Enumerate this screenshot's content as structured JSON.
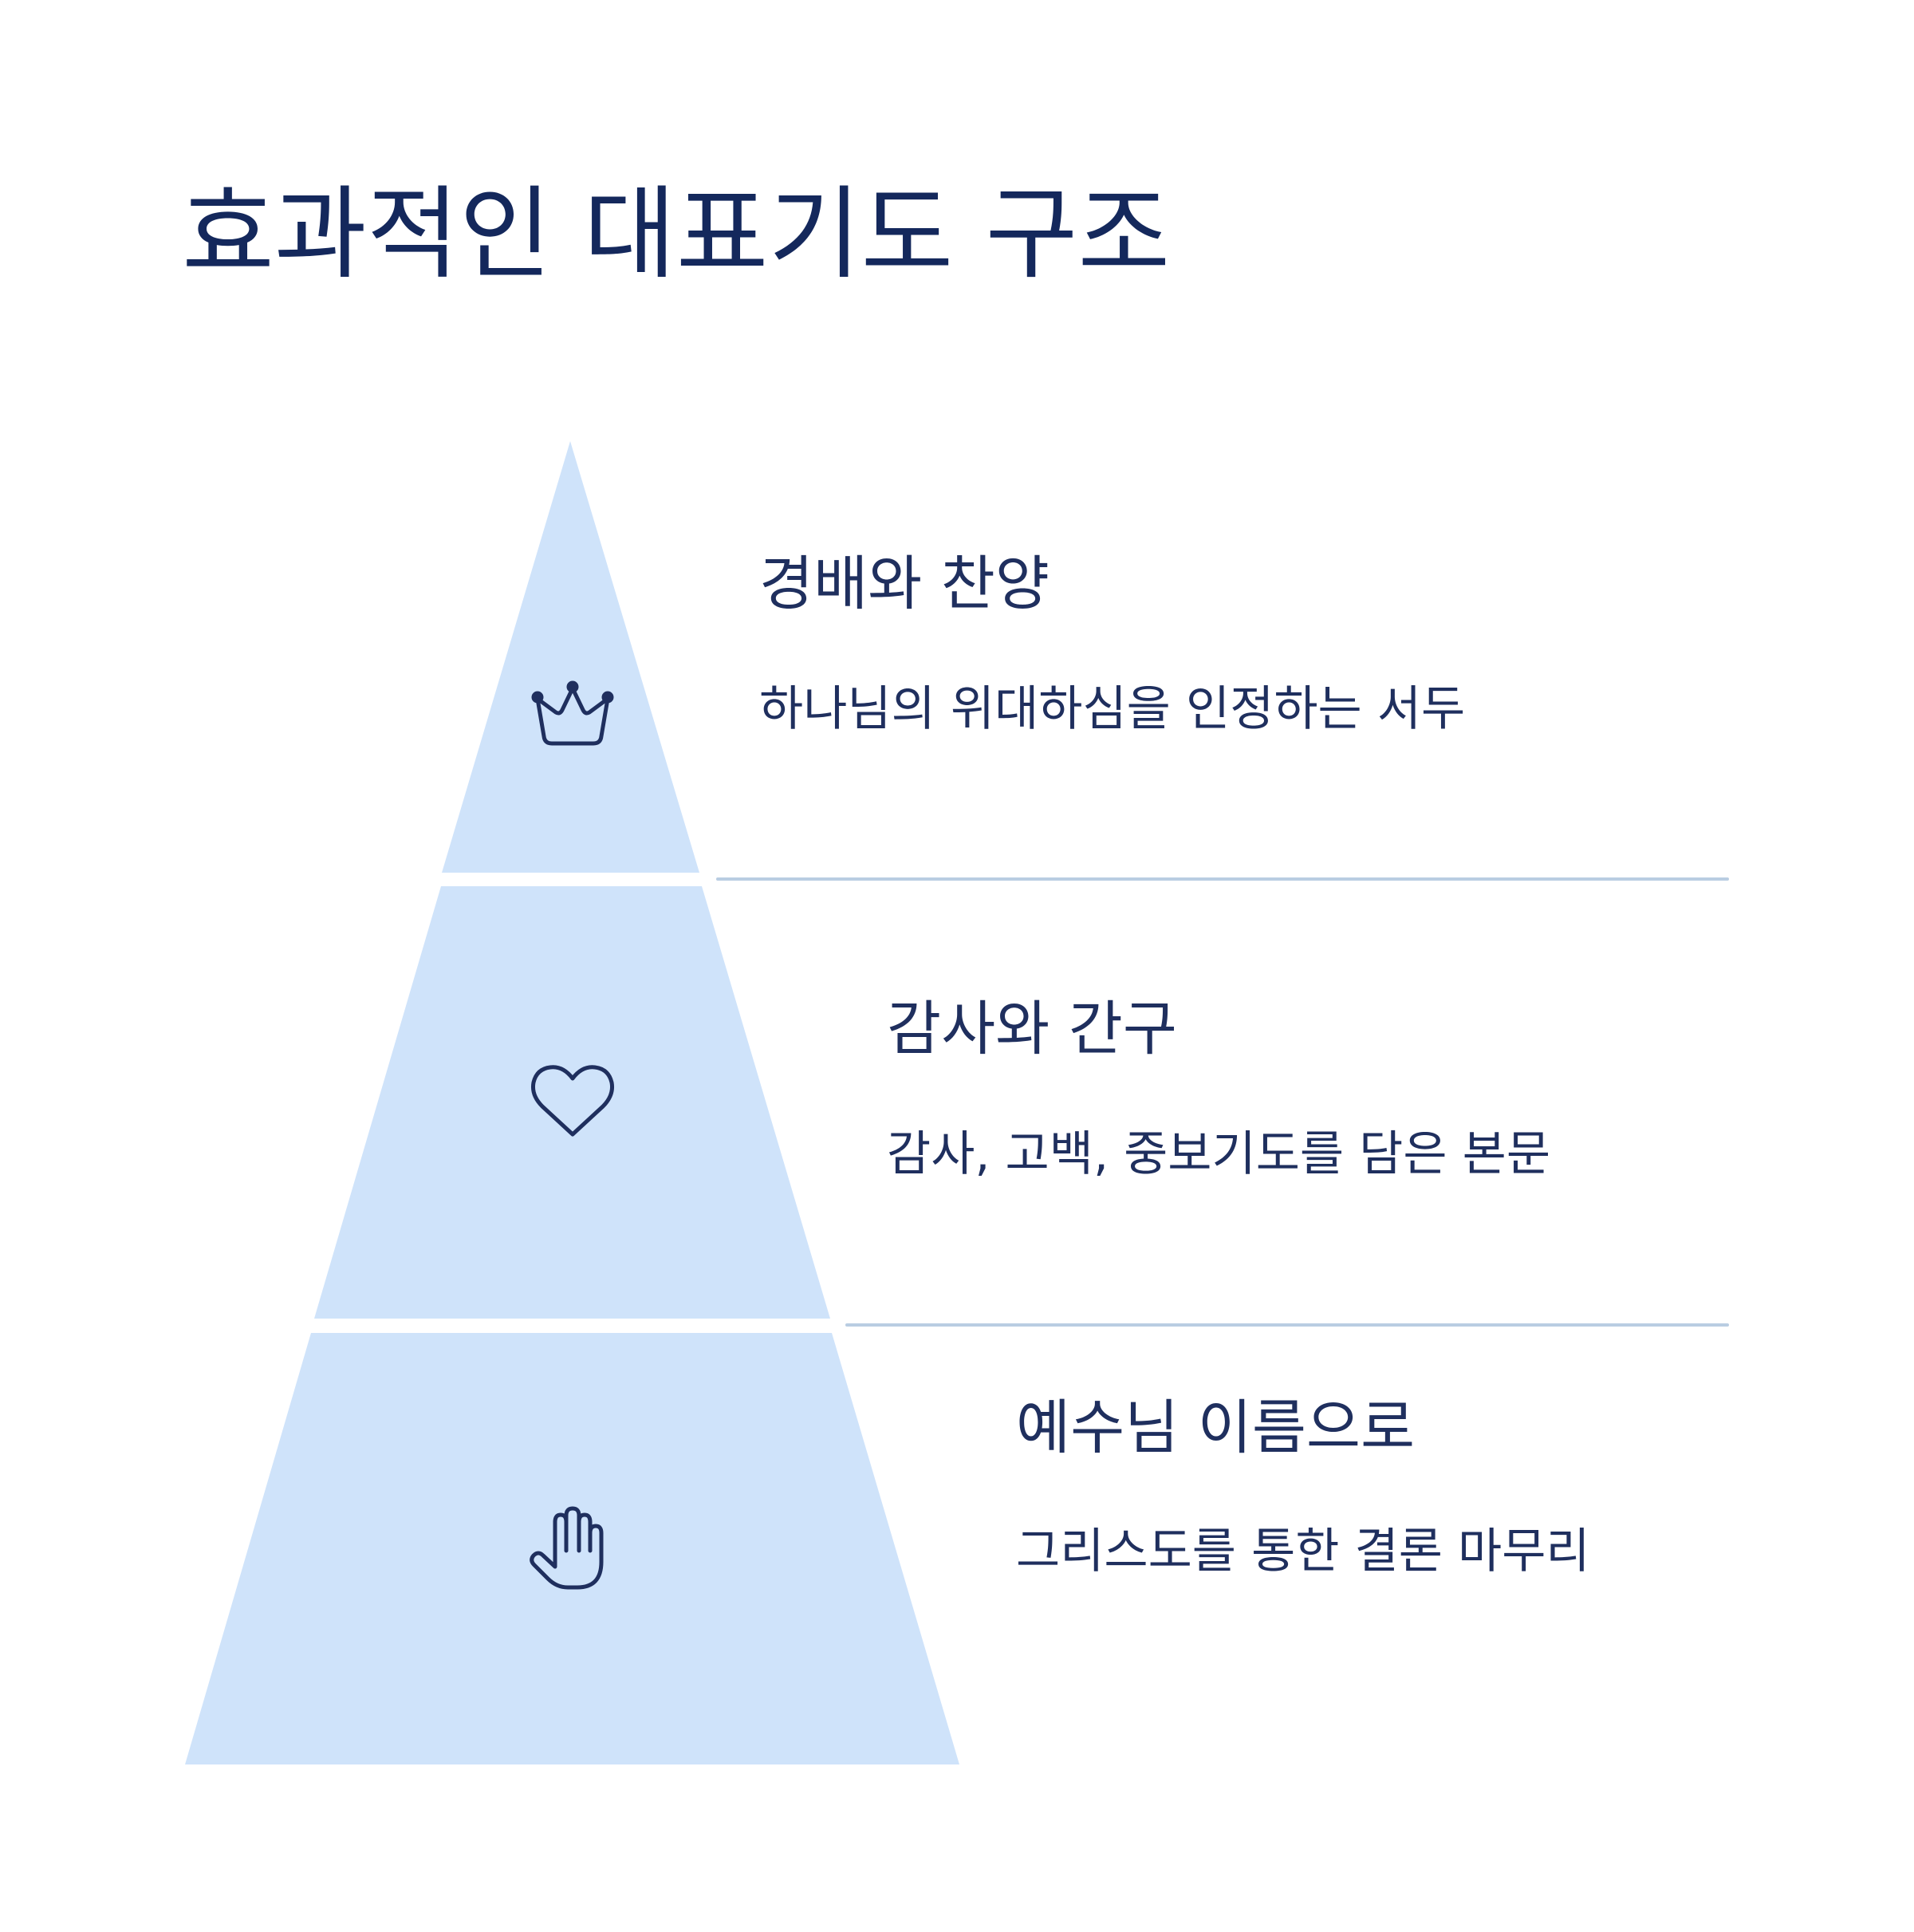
{
  "title": "효과적인 대표기도 구조",
  "colors": {
    "title": "#14285c",
    "text": "#1f2f5e",
    "tier_fill": "#cfe3fa",
    "divider": "#b9cde2",
    "icon_stroke": "#1f2f5e"
  },
  "tiers": [
    {
      "icon": "crown-icon",
      "heading": "경배와 찬양",
      "description": "하나님의 위대하심을 인정하는 서두"
    },
    {
      "icon": "heart-icon",
      "heading": "감사와 간구",
      "description": "감사, 고백, 중보기도를 담은 본문"
    },
    {
      "icon": "hand-icon",
      "heading": "예수님 이름으로",
      "description": "그리스도를 통한 결론 마무리"
    }
  ]
}
